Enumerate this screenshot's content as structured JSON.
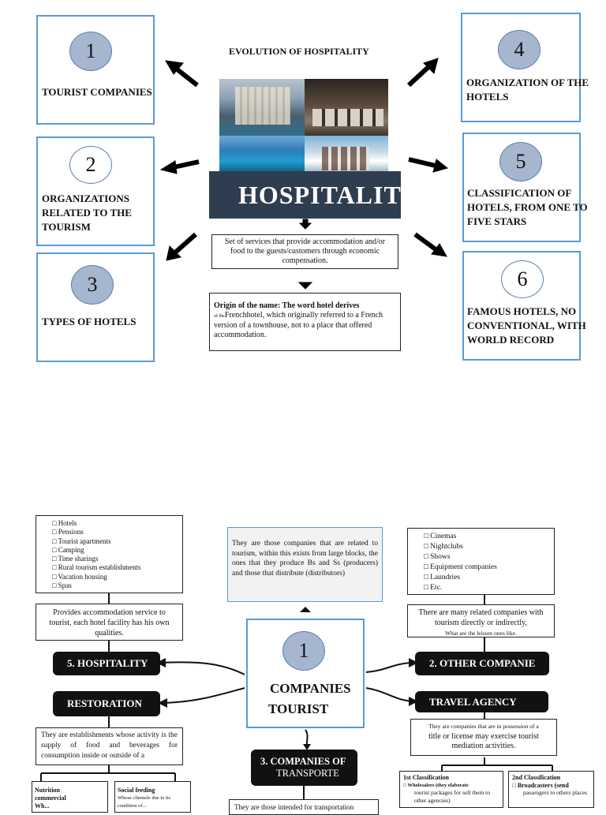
{
  "top": {
    "title": "EVOLUTION OF HOSPITALITY",
    "banner": "HOSPITALIT",
    "definition": "Set of services that provide accommodation and/or food to the guests/customers through economic compensation.",
    "origin_bold": "Origin of the name: The word hotel derives",
    "origin_small": "of the",
    "origin_rest": "Frenchhotel, which originally referred to a French version of a townhouse, not to a place that offered accommodation.",
    "nodes": [
      {
        "num": "1",
        "label": "TOURIST COMPANIES"
      },
      {
        "num": "2",
        "label": "ORGANIZATIONS RELATED TO THE TOURISM"
      },
      {
        "num": "3",
        "label": "TYPES OF HOTELS"
      },
      {
        "num": "4",
        "label": "ORGANIZATION OF THE HOTELS"
      },
      {
        "num": "5",
        "label": "CLASSIFICATION OF HOTELS, FROM ONE TO FIVE STARS"
      },
      {
        "num": "6",
        "label": "FAMOUS HOTELS, NO CONVENTIONAL, WITH WORLD RECORD"
      }
    ]
  },
  "bottom": {
    "center_num": "1",
    "center_line1": "COMPANIES",
    "center_line2": "TOURIST",
    "top_note": "They are those companies that are related to tourism, within this exists from large blocks, the ones that they produce Bs and Ss (producers) and those that distribute (distributors)",
    "hotel_list": [
      "Hotels",
      "Pensions",
      "Tourist apartments",
      "Camping",
      "Time sharings",
      "Rural tourism establishments",
      "Vacation housing",
      "Spas"
    ],
    "hotel_desc": "Provides accommodation service to tourist, each hotel facility has his own qualities.",
    "hospitality": "5. HOSPITALITY",
    "restoration": "RESTORATION",
    "restoration_desc": "They are establishments whose activity is the supply of food and beverages for consumption inside or outside of a",
    "nutrition_title": "Nutrition commercial",
    "nutrition_sub": "Wh...",
    "social_title": "Social feeding",
    "social_sub": "Whose clientele due to its condition of...",
    "leisure_list": [
      "Cinemas",
      "Nightclubs",
      "Shows",
      "Equipment companies",
      "Laundries",
      "Etc."
    ],
    "leisure_desc": "There are many related companies with tourism directly or indirectly,",
    "leisure_small": "What are the leisure ones like.",
    "other": "2. OTHER COMPANIE",
    "travel": "TRAVEL AGENCY",
    "travel_desc_small": "They are companies that are in possession of a",
    "travel_desc": "title or license may exercise tourist mediation activities.",
    "class1_title": "1st Classification",
    "class1_item": "Wholesalers (they elaborate",
    "class1_rest": "tourist packages for sell them to other agencies)",
    "class2_title": "2nd Classification",
    "class2_item": "Broadcasters (send",
    "class2_rest": "passengers to others places",
    "transport1": "3. COMPANIES OF",
    "transport2": "TRANSPORTE",
    "transport_note": "They are those intended for transportation"
  }
}
